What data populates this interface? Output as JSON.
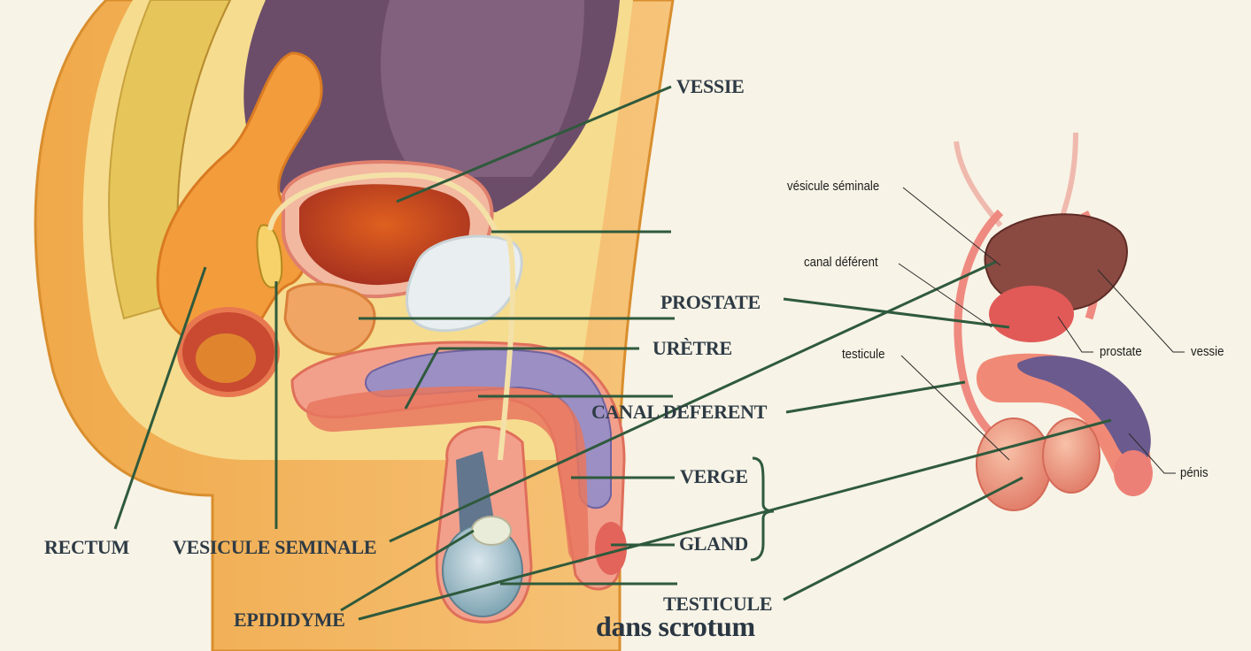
{
  "main_diagram": {
    "labels": {
      "vessie": "VESSIE",
      "prostate": "PROSTATE",
      "uretre": "URÈTRE",
      "canal_deferent": "CANAL DEFERENT",
      "verge": "VERGE",
      "gland": "GLAND",
      "testicule": "TESTICULE",
      "dans_scrotum": "dans scrotum",
      "rectum": "RECTUM",
      "vesicule_seminale": "VESICULE SEMINALE",
      "epididyme": "EPIDIDYME"
    }
  },
  "inset_diagram": {
    "labels": {
      "vesicule_seminale": "vésicule séminale",
      "canal_deferent": "canal déférent",
      "testicule": "testicule",
      "prostate": "prostate",
      "vessie": "vessie",
      "penis": "pénis"
    }
  },
  "colors": {
    "background": "#f7f3e6",
    "leader_line": "#2f5a3c",
    "label_text": "#2e3b45",
    "skin": "#f2b35a",
    "flesh_red": "#d9534a",
    "bladder": "#c0392b",
    "purple_tissue": "#9b8fc4"
  }
}
